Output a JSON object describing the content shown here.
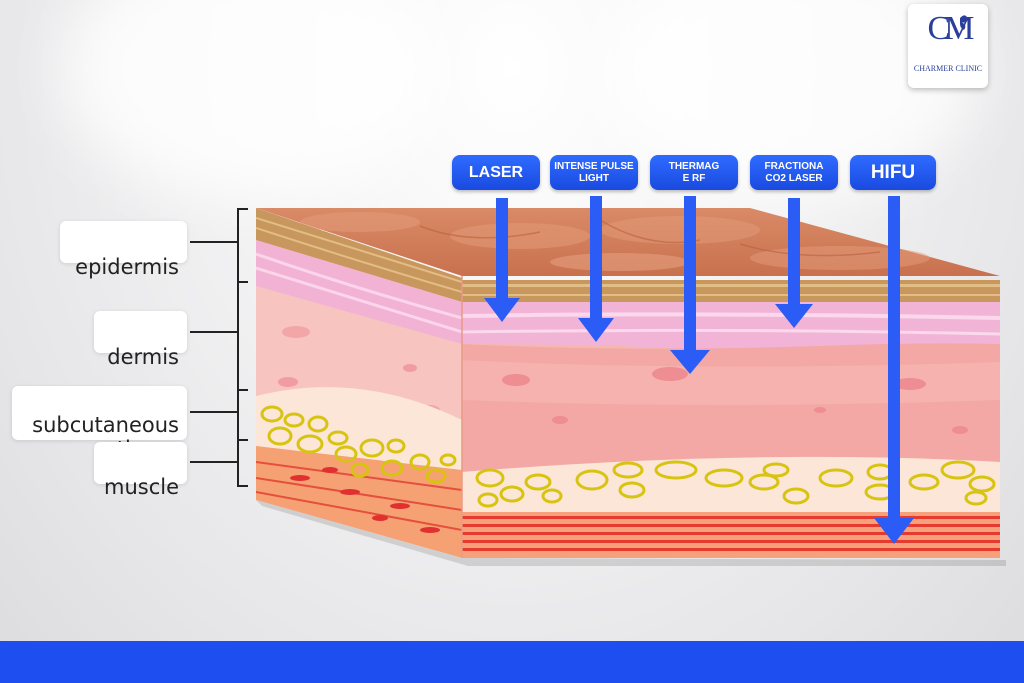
{
  "layer_labels": [
    {
      "id": "epidermis",
      "text": "epidermis"
    },
    {
      "id": "dermis",
      "text": "dermis"
    },
    {
      "id": "subcutaneous",
      "text": "subcutaneous\ntissue"
    },
    {
      "id": "muscle",
      "text": "muscle"
    }
  ],
  "methods": [
    {
      "id": "laser",
      "text": "LASER"
    },
    {
      "id": "ipl",
      "text": "INTENSE PULSE\nLIGHT"
    },
    {
      "id": "thermage",
      "text": "THERMAG\nE RF"
    },
    {
      "id": "fractional",
      "text": "FRACTIONA\nCO2 LASER"
    },
    {
      "id": "hifu",
      "text": "HIFU"
    }
  ],
  "logo": {
    "monogram": "CM",
    "name": "CHARMER CLINIC"
  },
  "colors": {
    "accent": "#1f4ef0",
    "arrow": "#2b5cf5"
  }
}
